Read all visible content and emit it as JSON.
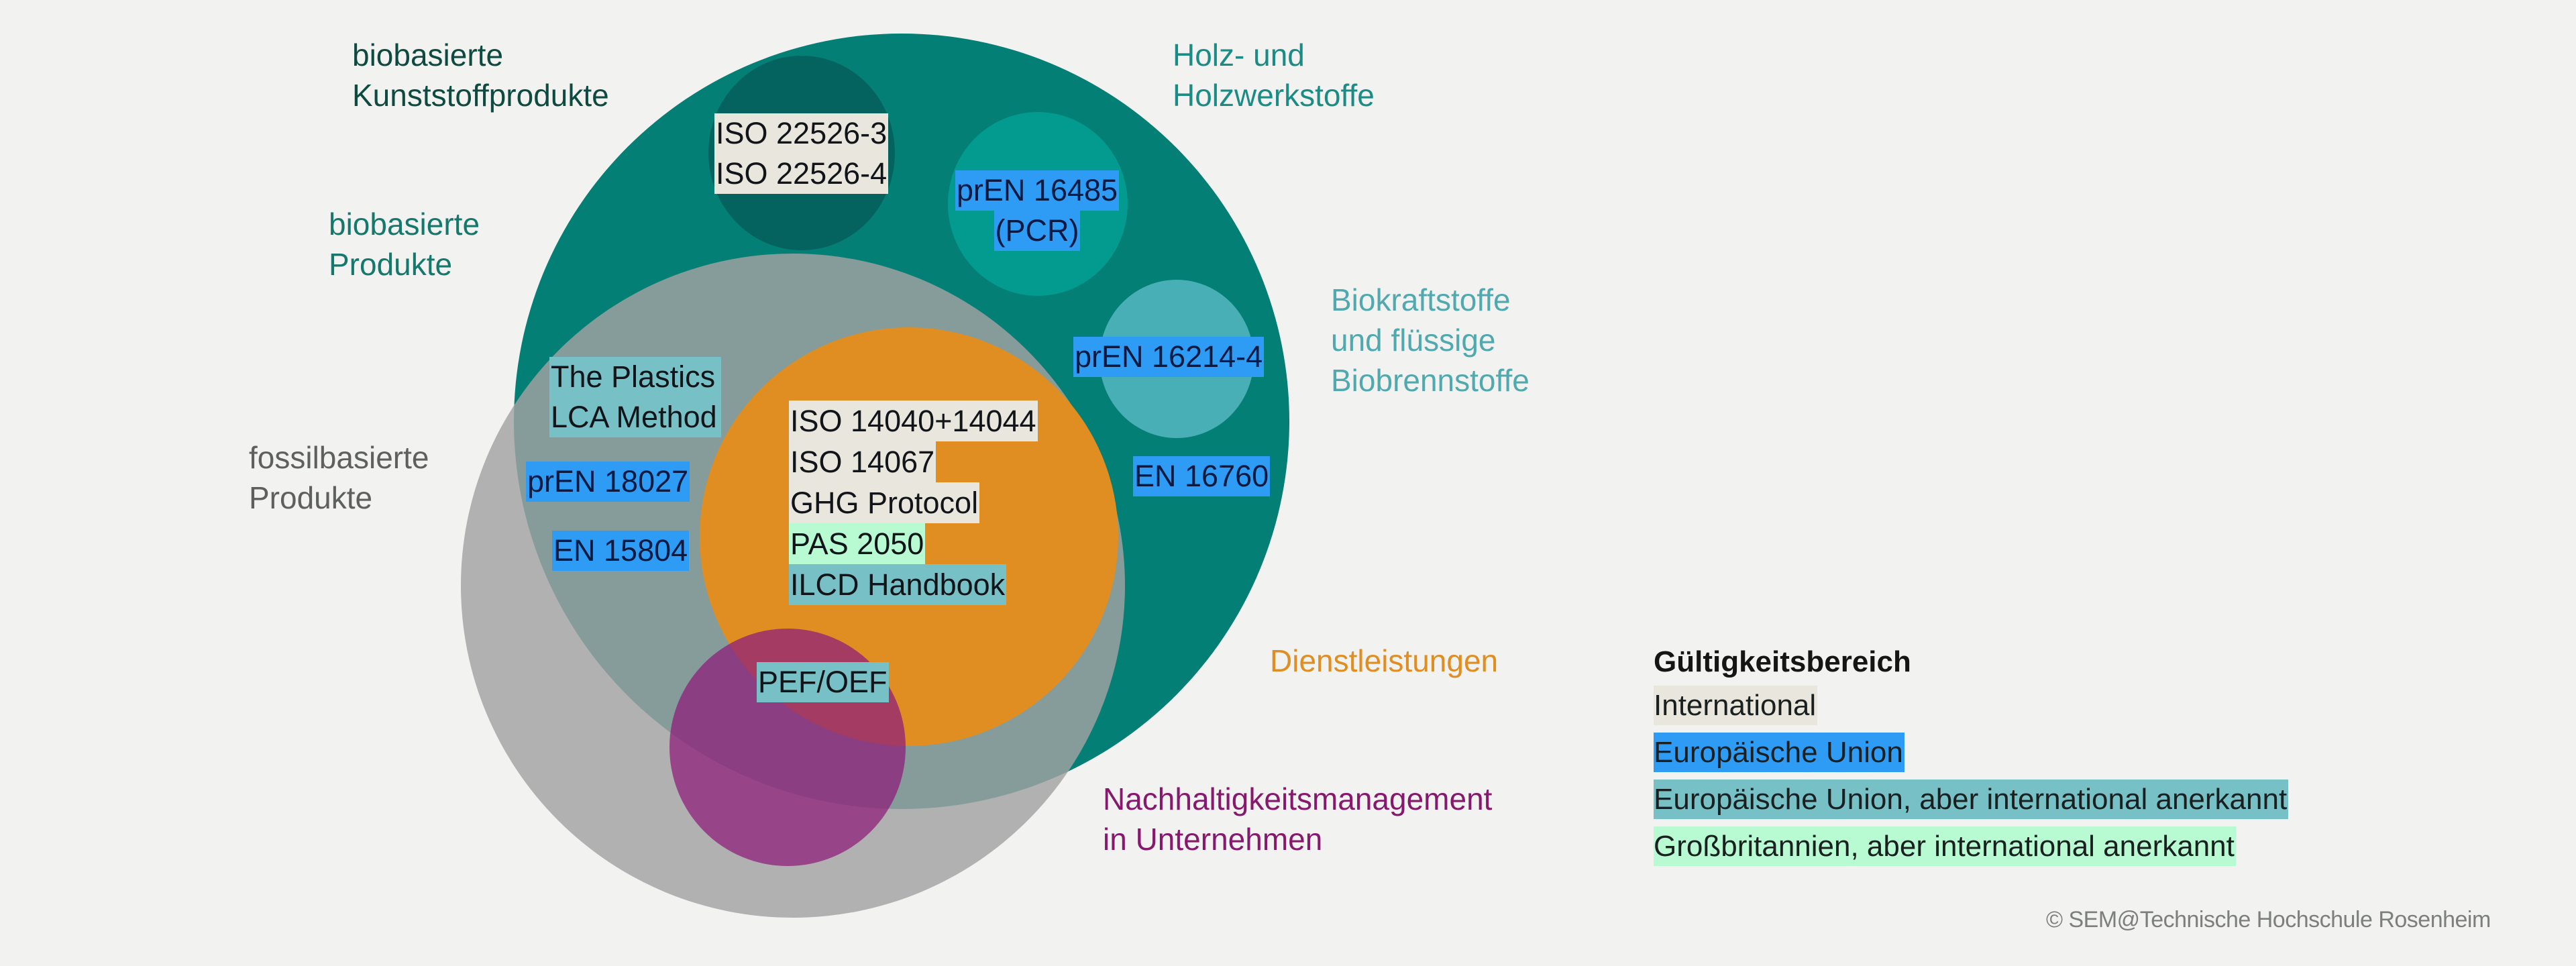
{
  "colors": {
    "background": "#F2F2F0",
    "biobased_products": "#037F75",
    "bio_plastics": "#04635E",
    "wood": "#039A8F",
    "biofuels": "#47AFB5",
    "fossil_products": "#A2A2A2",
    "services": "#E08E22",
    "sustainability_mgmt": "#8E1E7A",
    "scope_international": "#E8E6DD",
    "scope_eu": "#2E9BF5",
    "scope_eu_international": "#77C0C6",
    "scope_gb_international": "#B8FBD2"
  },
  "categories": {
    "bio_plastics": [
      "biobasierte",
      "Kunststoffprodukte"
    ],
    "wood": [
      "Holz- und",
      "Holzwerkstoffe"
    ],
    "biobased_products": [
      "biobasierte",
      "Produkte"
    ],
    "biofuels": [
      "Biokraftstoffe",
      "und flüssige",
      "Biobrennstoffe"
    ],
    "fossil_products": [
      "fossilbasierte",
      "Produkte"
    ],
    "services": [
      "Dienstleistungen"
    ],
    "sustainability_mgmt": [
      "Nachhaltigkeitsmanagement",
      "in Unternehmen"
    ]
  },
  "standards": {
    "iso_22526": [
      {
        "text": "ISO 22526-3",
        "scope": "international"
      },
      {
        "text": "ISO 22526-4",
        "scope": "international"
      }
    ],
    "pren_16485": [
      {
        "text": "prEN 16485",
        "scope": "eu"
      },
      {
        "text": "(PCR)",
        "scope": "eu"
      }
    ],
    "pren_16214": [
      {
        "text": "prEN 16214-4",
        "scope": "eu"
      }
    ],
    "en_16760": [
      {
        "text": "EN 16760",
        "scope": "eu"
      }
    ],
    "plastics_lca": [
      {
        "text": "The Plastics",
        "scope": "eu_international"
      },
      {
        "text": "LCA Method",
        "scope": "eu_international"
      }
    ],
    "pren_18027": [
      {
        "text": "prEN 18027",
        "scope": "eu"
      }
    ],
    "en_15804": [
      {
        "text": "EN 15804",
        "scope": "eu"
      }
    ],
    "general": [
      {
        "text": "ISO 14040+14044",
        "scope": "international"
      },
      {
        "text": "ISO 14067",
        "scope": "international"
      },
      {
        "text": "GHG Protocol",
        "scope": "international"
      },
      {
        "text": "PAS 2050",
        "scope": "gb_international"
      },
      {
        "text": "ILCD Handbook",
        "scope": "eu_international"
      }
    ],
    "pef_oef": [
      {
        "text": "PEF/OEF",
        "scope": "eu_international"
      }
    ]
  },
  "legend": {
    "title": "Gültigkeitsbereich",
    "items": [
      {
        "label": "International",
        "scope": "international"
      },
      {
        "label": "Europäische Union",
        "scope": "eu"
      },
      {
        "label": "Europäische Union, aber international anerkannt",
        "scope": "eu_international"
      },
      {
        "label": "Großbritannien, aber international anerkannt",
        "scope": "gb_international"
      }
    ]
  },
  "copyright": "© SEM@Technische Hochschule Rosenheim"
}
